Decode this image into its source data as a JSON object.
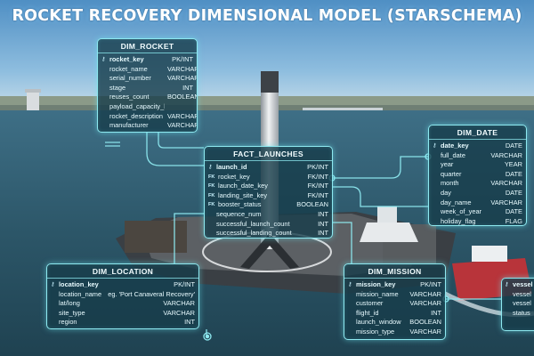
{
  "title": "ROCKET RECOVERY DIMENSIONAL MODEL (STARSCHEMA)",
  "colors": {
    "panel_border": "#8ee9f0",
    "panel_fill": "#163c4a",
    "text": "#e8fbff",
    "sky": "#5c9ac6",
    "water": "#2b5366"
  },
  "tables": {
    "dim_rocket": {
      "name": "DIM_ROCKET",
      "rows": [
        {
          "key": "key-icon",
          "name": "rocket_key",
          "type": "PK/INT"
        },
        {
          "name": "rocket_name",
          "type": "VARCHAR"
        },
        {
          "name": "serial_number",
          "type": "VARCHAR"
        },
        {
          "name": "stage",
          "type": "INT"
        },
        {
          "name": "reuses_count",
          "type": "BOOLEAN"
        },
        {
          "name": "payload_capacity_kg",
          "type": ""
        },
        {
          "name": "rocket_description",
          "type": "VARCHAR"
        },
        {
          "name": "manufacturer",
          "type": "VARCHAR"
        }
      ]
    },
    "fact_launches": {
      "name": "FACT_LAUNCHES",
      "rows": [
        {
          "key": "key-icon",
          "name": "launch_id",
          "type": "PK/INT"
        },
        {
          "key": "FK",
          "name": "rocket_key",
          "type": "FK/INT"
        },
        {
          "key": "FK",
          "name": "launch_date_key",
          "type": "FK/INT"
        },
        {
          "key": "FK",
          "name": "landing_site_key",
          "type": "FK/INT"
        },
        {
          "key": "FK",
          "name": "booster_status",
          "type": "BOOLEAN"
        },
        {
          "name": "sequence_num",
          "type": "INT"
        },
        {
          "name": "successful_launch_count",
          "type": "INT"
        },
        {
          "name": "successful_landing_count",
          "type": "INT"
        }
      ]
    },
    "dim_date": {
      "name": "DIM_DATE",
      "rows": [
        {
          "key": "key-icon",
          "name": "date_key",
          "type": "DATE"
        },
        {
          "name": "full_date",
          "type": "VARCHAR"
        },
        {
          "name": "year",
          "type": "YEAR"
        },
        {
          "name": "quarter",
          "type": "DATE"
        },
        {
          "name": "month",
          "type": "VARCHAR"
        },
        {
          "name": "day",
          "type": "DATE"
        },
        {
          "name": "day_name",
          "type": "VARCHAR"
        },
        {
          "name": "week_of_year",
          "type": "DATE"
        },
        {
          "name": "holiday_flag",
          "type": "FLAG"
        }
      ]
    },
    "dim_location": {
      "name": "DIM_LOCATION",
      "rows": [
        {
          "key": "key-icon",
          "name": "location_key",
          "type": "PK/INT"
        },
        {
          "name": "location_name",
          "type": "eg. 'Port Canaveral Recovery'"
        },
        {
          "name": "lat/long",
          "type": "VARCHAR"
        },
        {
          "name": "site_type",
          "type": "VARCHAR"
        },
        {
          "name": "region",
          "type": "INT"
        }
      ]
    },
    "dim_mission": {
      "name": "DIM_MISSION",
      "rows": [
        {
          "key": "key-icon",
          "name": "mission_key",
          "type": "PK/INT"
        },
        {
          "name": "mission_name",
          "type": "VARCHAR"
        },
        {
          "name": "customer",
          "type": "VARCHAR"
        },
        {
          "name": "flight_id",
          "type": "INT"
        },
        {
          "name": "launch_window",
          "type": "BOOLEAN"
        },
        {
          "name": "mission_type",
          "type": "VARCHAR"
        }
      ]
    },
    "dim_vessel": {
      "rows": [
        {
          "key": "key-icon",
          "name": "vessel",
          "type": ""
        },
        {
          "name": "vessel",
          "type": ""
        },
        {
          "name": "vessel",
          "type": ""
        },
        {
          "name": "status",
          "type": ""
        }
      ]
    }
  }
}
